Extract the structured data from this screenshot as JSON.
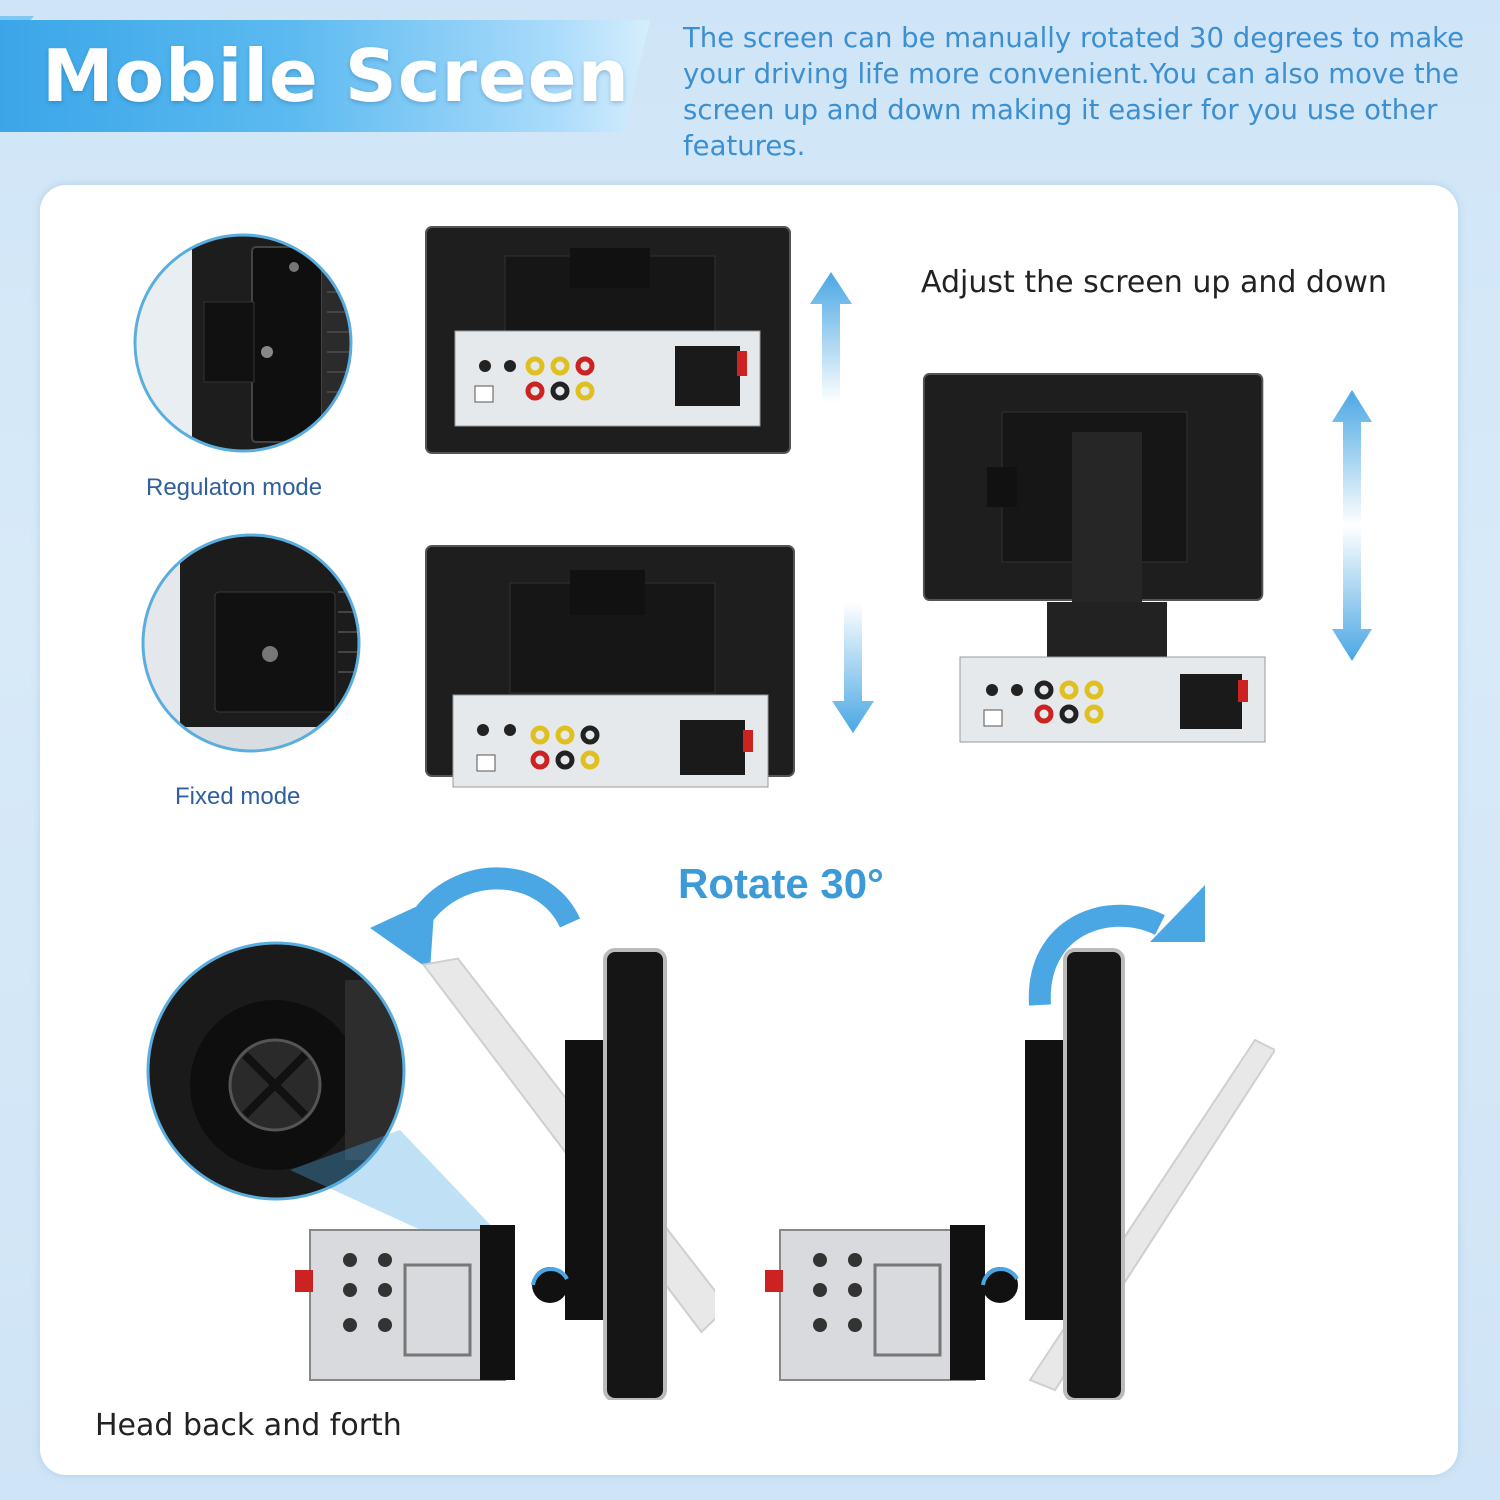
{
  "header": {
    "title": "Mobile Screen",
    "description": "The screen can be manually rotated 30 degrees to make your driving life more convenient.You can also move the screen up and down making it easier for you use other features."
  },
  "modes": {
    "regulation_label": "Regulaton mode",
    "fixed_label": "Fixed mode"
  },
  "adjust": {
    "label": "Adjust the screen up and down"
  },
  "rotate": {
    "title": "Rotate 30°",
    "caption": "Head back and forth"
  },
  "colors": {
    "accent": "#3c9ad6",
    "arrow": "#4aa7e4",
    "panel": "#ffffff",
    "background": "#d4e8f8"
  }
}
